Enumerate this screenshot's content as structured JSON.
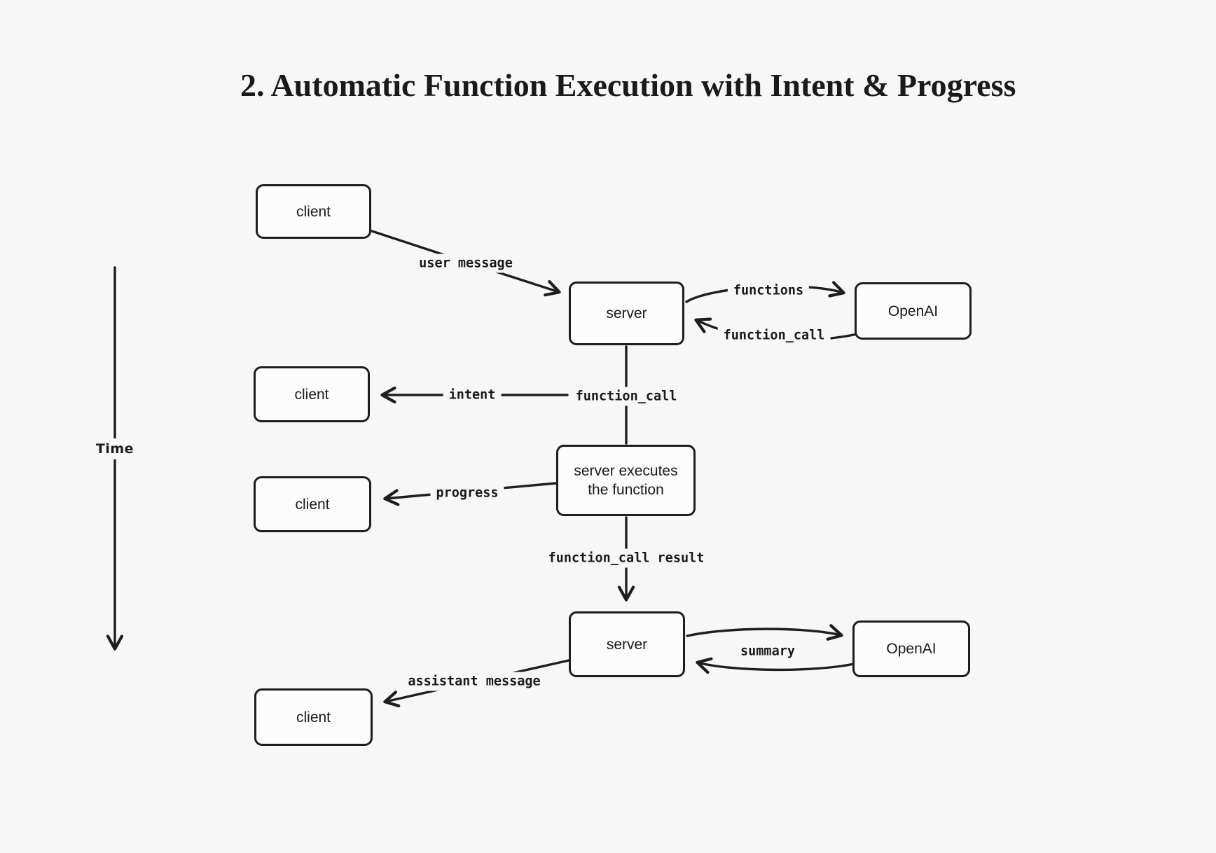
{
  "title": "2. Automatic Function Execution with Intent & Progress",
  "colors": {
    "background": "#f7f7f8",
    "stroke": "#1e1e1e",
    "text": "#1a1a1c"
  },
  "time_axis": {
    "label": "Time",
    "direction": "down"
  },
  "nodes": [
    {
      "id": "client-1",
      "label": "client"
    },
    {
      "id": "server-1",
      "label": "server"
    },
    {
      "id": "openai-1",
      "label": "OpenAI"
    },
    {
      "id": "client-2",
      "label": "client"
    },
    {
      "id": "server-exec",
      "label": "server executes\nthe function"
    },
    {
      "id": "client-3",
      "label": "client"
    },
    {
      "id": "server-2",
      "label": "server"
    },
    {
      "id": "openai-2",
      "label": "OpenAI"
    },
    {
      "id": "client-4",
      "label": "client"
    }
  ],
  "edges": [
    {
      "id": "user-message",
      "label": "user message",
      "from": "client-1",
      "to": "server-1"
    },
    {
      "id": "functions",
      "label": "functions",
      "from": "server-1",
      "to": "openai-1"
    },
    {
      "id": "function-call",
      "label": "function_call",
      "from": "openai-1",
      "to": "server-1"
    },
    {
      "id": "intent",
      "label": "intent",
      "from": "server-1",
      "to": "client-2"
    },
    {
      "id": "function-call-down",
      "label": "function_call",
      "from": "server-1",
      "to": "server-exec"
    },
    {
      "id": "progress",
      "label": "progress",
      "from": "server-exec",
      "to": "client-3"
    },
    {
      "id": "function-call-result",
      "label": "function_call result",
      "from": "server-exec",
      "to": "server-2"
    },
    {
      "id": "summary",
      "label": "summary",
      "from": "server-2",
      "to": "openai-2"
    },
    {
      "id": "assistant-message",
      "label": "assistant message",
      "from": "server-2",
      "to": "client-4"
    }
  ]
}
